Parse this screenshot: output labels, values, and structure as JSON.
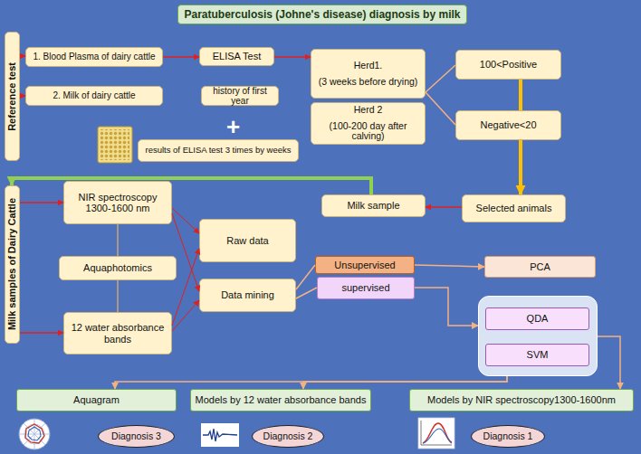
{
  "diagram": {
    "title": "Paratuberculosis (Johne's disease) diagnosis by milk",
    "nodes": [
      {
        "text": [
          "Reference test"
        ]
      },
      {
        "text": [
          "1. Blood Plasma of dairy cattle"
        ]
      },
      {
        "text": [
          "2. Milk of dairy cattle"
        ]
      },
      {
        "text": [
          "ELISA Test"
        ]
      },
      {
        "text": [
          "history of first year"
        ]
      },
      {
        "text": [
          "results of ELISA test 3 times by weeks"
        ]
      },
      {
        "text": [
          "Herd1.",
          "(3 weeks before drying)"
        ]
      },
      {
        "text": [
          "Herd 2",
          "(100-200 day after calving)"
        ]
      },
      {
        "text": [
          "100<Positive"
        ]
      },
      {
        "text": [
          "Negative<20"
        ]
      },
      {
        "text": [
          "Milk sample"
        ]
      },
      {
        "text": [
          "Selected animals"
        ]
      },
      {
        "text": [
          "Milk samples of Dairy Cattle"
        ]
      },
      {
        "text": [
          "NIR spectroscopy 1300-1600 nm"
        ]
      },
      {
        "text": [
          "Aquaphotomics"
        ]
      },
      {
        "text": [
          "12 water absorbance bands"
        ]
      },
      {
        "text": [
          "Raw data"
        ]
      },
      {
        "text": [
          "Data mining"
        ]
      },
      {
        "text": [
          "Unsupervised"
        ]
      },
      {
        "text": [
          "PCA"
        ]
      },
      {
        "text": [
          "supervised"
        ]
      },
      {
        "text": []
      },
      {
        "text": [
          "QDA"
        ],
        "in": 21
      },
      {
        "text": [
          "SVM"
        ],
        "in": 21
      },
      {
        "text": [
          "Aquagram"
        ]
      },
      {
        "text": [
          "Models by 12 water absorbance bands"
        ]
      },
      {
        "text": [
          "Models by NIR spectroscopy1300-1600nm"
        ]
      },
      {
        "text": [
          "Diagnosis 3"
        ]
      },
      {
        "text": [
          "Diagnosis 2"
        ]
      },
      {
        "text": [
          "Diagnosis 1"
        ]
      }
    ],
    "edges": [
      {
        "from": 0,
        "to": 1,
        "arrow": "to"
      },
      {
        "from": 0,
        "to": 2,
        "arrow": "to"
      },
      {
        "from": 1,
        "to": 3,
        "arrow": "to"
      },
      {
        "from": 3,
        "to": 6,
        "arrow": "to"
      },
      {
        "from": 6,
        "to": 8,
        "arrow": "none"
      },
      {
        "from": 6,
        "to": 9,
        "arrow": "none"
      },
      {
        "from": 8,
        "to": 9,
        "arrow": "none"
      },
      {
        "from": 9,
        "to": 11,
        "arrow": "to"
      },
      {
        "from": 11,
        "to": 10,
        "arrow": "to"
      },
      {
        "from": 10,
        "to": 12,
        "arrow": "to"
      },
      {
        "from": 12,
        "to": 13,
        "arrow": "to"
      },
      {
        "from": 12,
        "to": 15,
        "arrow": "to"
      },
      {
        "from": 13,
        "to": 14,
        "arrow": "none"
      },
      {
        "from": 14,
        "to": 15,
        "arrow": "none"
      },
      {
        "from": 13,
        "to": 16,
        "arrow": "to"
      },
      {
        "from": 13,
        "to": 17,
        "arrow": "to"
      },
      {
        "from": 15,
        "to": 16,
        "arrow": "to"
      },
      {
        "from": 15,
        "to": 17,
        "arrow": "to"
      },
      {
        "from": 17,
        "to": 18,
        "arrow": "none"
      },
      {
        "from": 17,
        "to": 20,
        "arrow": "none"
      },
      {
        "from": 18,
        "to": 19,
        "arrow": "to"
      },
      {
        "from": 20,
        "to": 21,
        "arrow": "to"
      },
      {
        "from": 21,
        "to": 26,
        "arrow": "to"
      },
      {
        "from": 21,
        "to": 25,
        "arrow": "to"
      },
      {
        "from": 21,
        "to": 24,
        "arrow": "to"
      }
    ],
    "labels": [
      "+"
    ]
  }
}
